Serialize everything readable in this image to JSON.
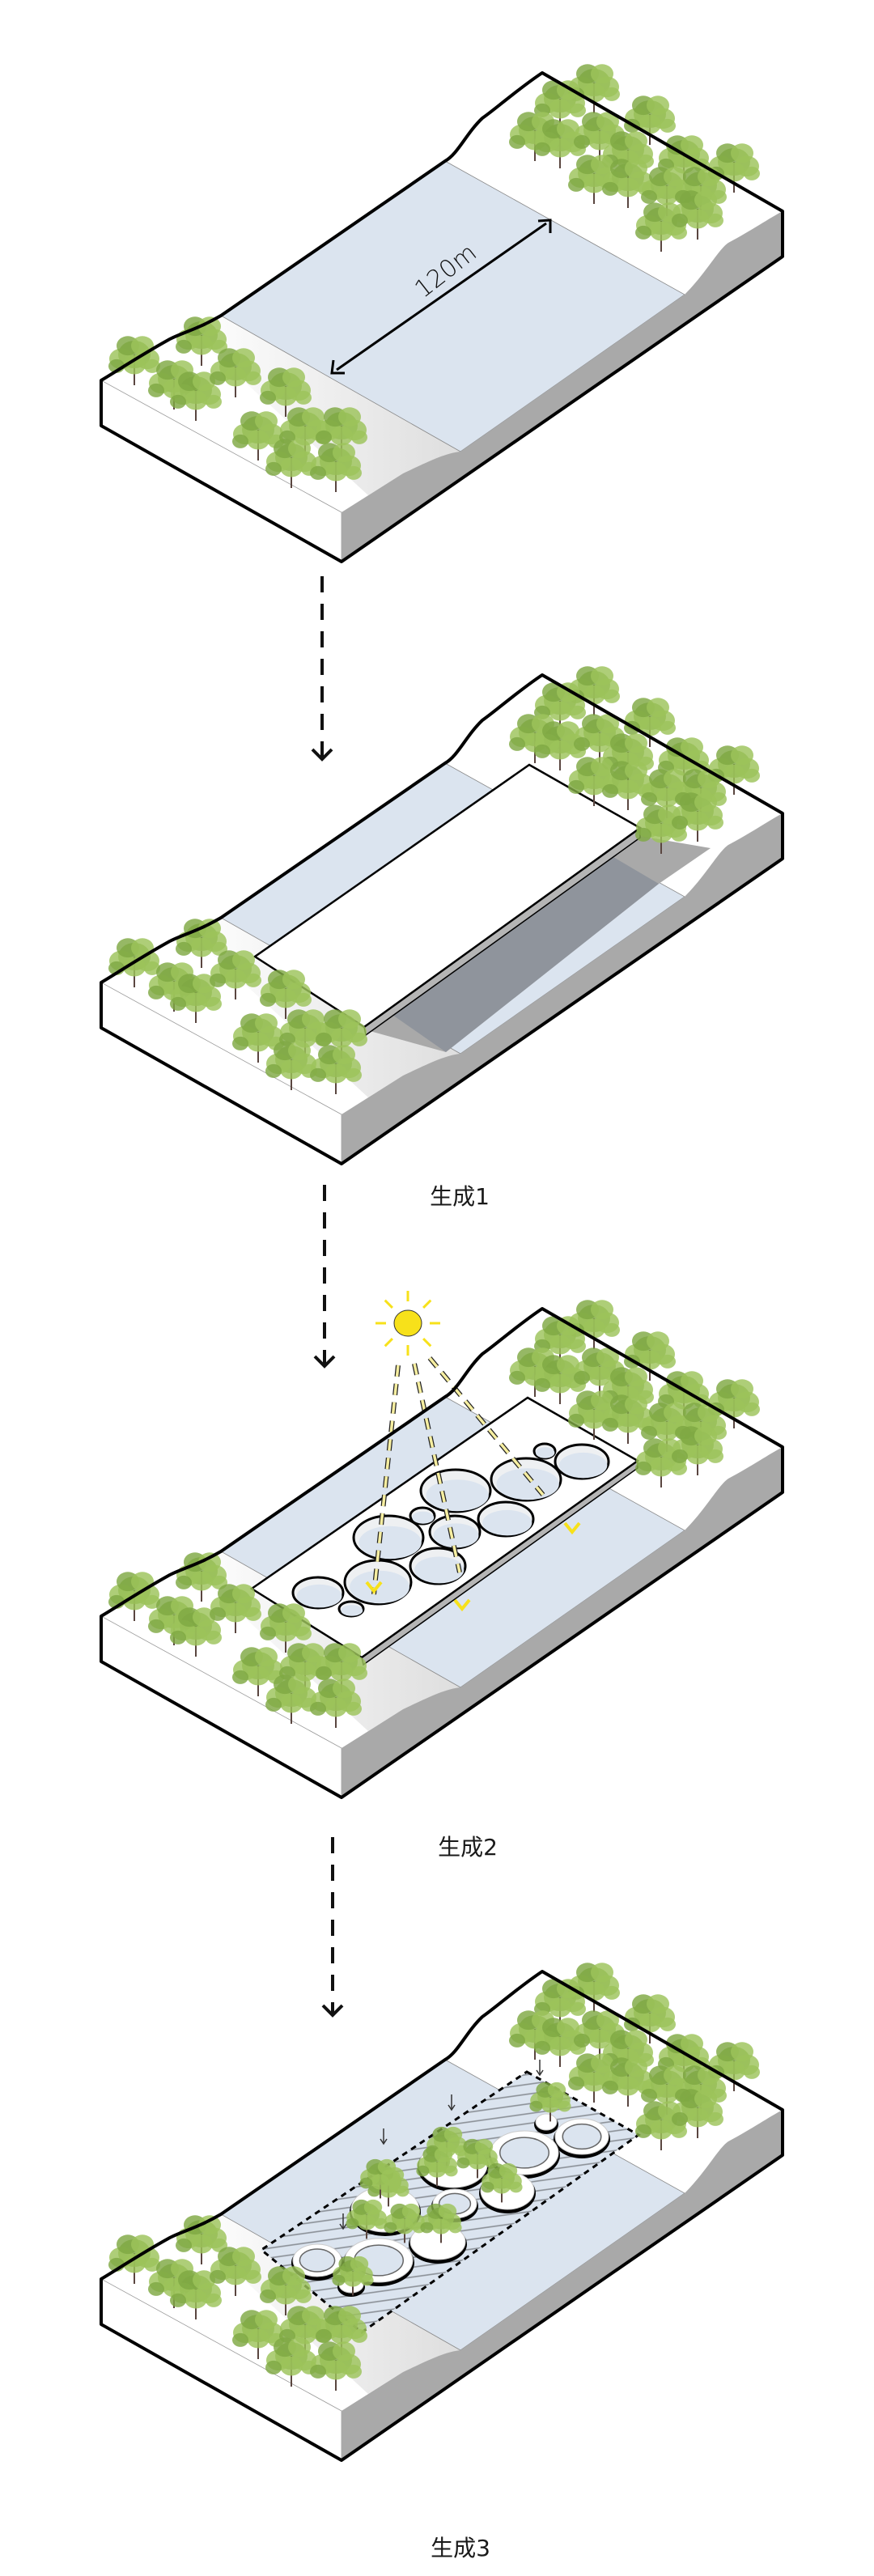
{
  "diagram": {
    "dimension_label": "120m",
    "steps": [
      {
        "label": "生成1"
      },
      {
        "label": "生成2"
      },
      {
        "label": "生成3"
      }
    ]
  },
  "colors": {
    "water": "#dbe4ef",
    "ground": "#ffffff",
    "side": "#a9a9a9",
    "shadow": "#8f949c",
    "tree": "#9cc35a",
    "tree_dark": "#7fa843",
    "sun": "#f7e11a",
    "outline": "#000000"
  }
}
